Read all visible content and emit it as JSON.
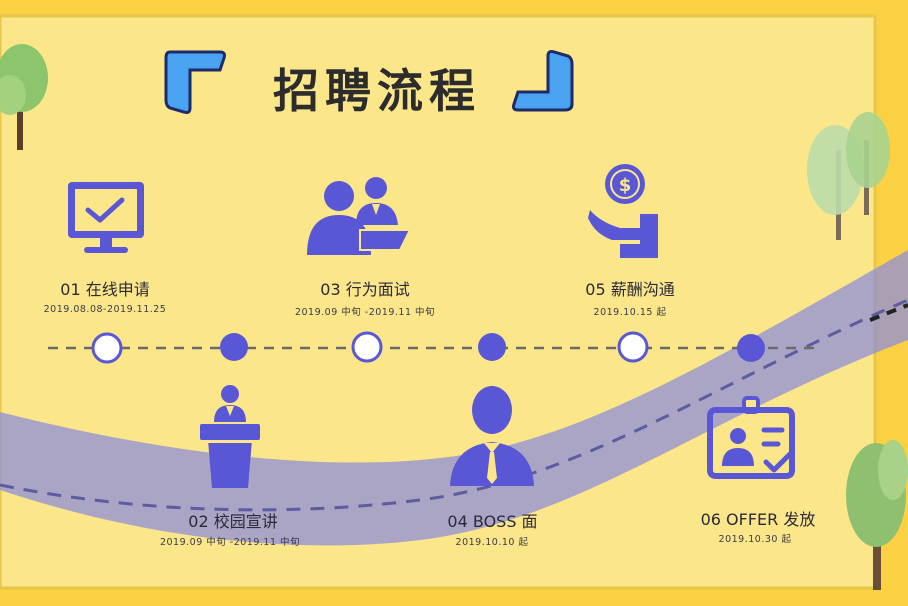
{
  "title": "招聘流程",
  "colors": {
    "background": "#fbd043",
    "card": "#fbe68a",
    "primary": "#5a57d6",
    "road": "#8f8fd8",
    "bracket": "#4aa3f0"
  },
  "steps": [
    {
      "label": "01 在线申请",
      "date": "2019.08.08-2019.11.25",
      "icon": "computer-check-icon"
    },
    {
      "label": "02 校园宣讲",
      "date": "2019.09 中旬 -2019.11 中旬",
      "icon": "podium-speaker-icon"
    },
    {
      "label": "03 行为面试",
      "date": "2019.09 中旬 -2019.11 中旬",
      "icon": "interview-people-icon"
    },
    {
      "label": "04 BOSS 面",
      "date": "2019.10.10 起",
      "icon": "businessman-icon"
    },
    {
      "label": "05 薪酬沟通",
      "date": "2019.10.15 起",
      "icon": "salary-hand-icon"
    },
    {
      "label": "06 OFFER 发放",
      "date": "2019.10.30 起",
      "icon": "id-card-icon"
    }
  ]
}
